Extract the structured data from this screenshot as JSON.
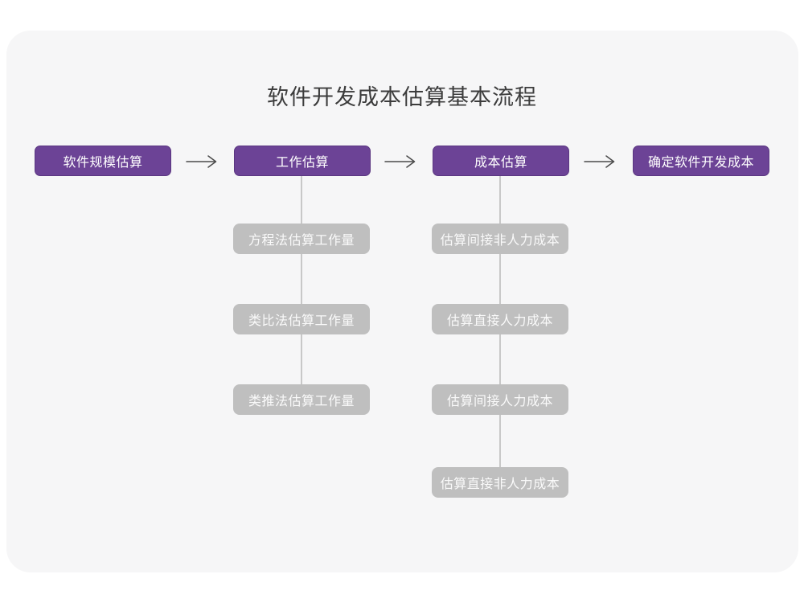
{
  "page": {
    "title": "软件开发成本估算基本流程"
  },
  "colors": {
    "node_purple": "#6C4396",
    "node_gray": "#BFBFBF",
    "canvas_background": "#F6F6F7",
    "connector_line": "#C8C8C8",
    "arrow": "#4A4A4A",
    "title_text": "#3C3C3C"
  },
  "flow": {
    "main_nodes": [
      {
        "label": "软件规模估算"
      },
      {
        "label": "工作估算"
      },
      {
        "label": "成本估算"
      },
      {
        "label": "确定软件开发成本"
      }
    ],
    "work_estimation_methods": [
      {
        "label": "方程法估算工作量"
      },
      {
        "label": "类比法估算工作量"
      },
      {
        "label": "类推法估算工作量"
      }
    ],
    "cost_estimation_steps": [
      {
        "label": "估算间接非人力成本"
      },
      {
        "label": "估算直接人力成本"
      },
      {
        "label": "估算间接人力成本"
      },
      {
        "label": "估算直接非人力成本"
      }
    ]
  }
}
